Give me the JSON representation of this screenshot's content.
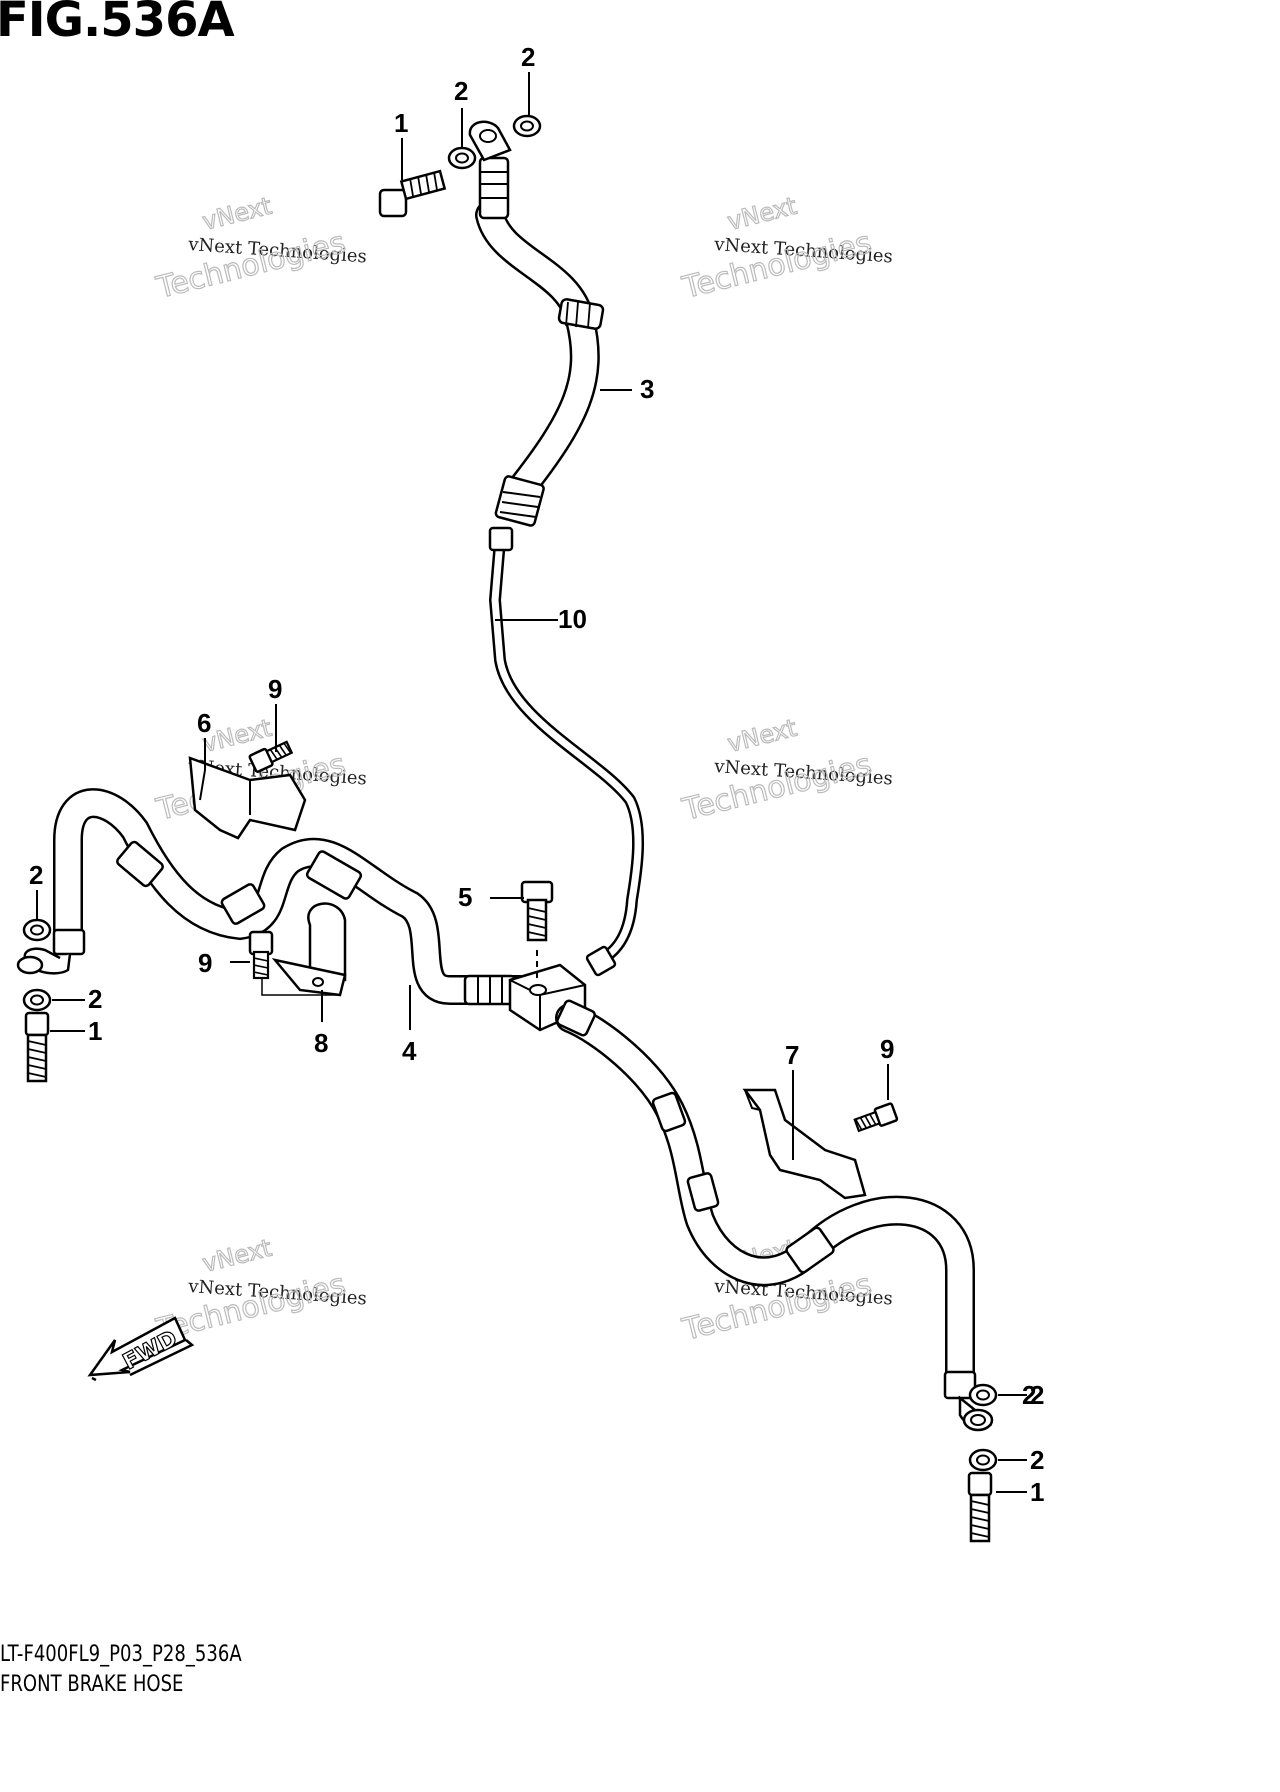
{
  "figure": {
    "title": "FIG.536A",
    "code": "LT-F400FL9_P03_P28_536A",
    "name": "FRONT BRAKE HOSE",
    "fwd_label": "FWD"
  },
  "callouts": [
    "1",
    "2",
    "2",
    "2",
    "3",
    "10",
    "9",
    "6",
    "2",
    "2",
    "1",
    "9",
    "8",
    "4",
    "5",
    "7",
    "9",
    "2",
    "2",
    "1"
  ],
  "watermark": {
    "line1": "vNext",
    "line2": "vNext Technologies",
    "line3": "Technologies"
  }
}
